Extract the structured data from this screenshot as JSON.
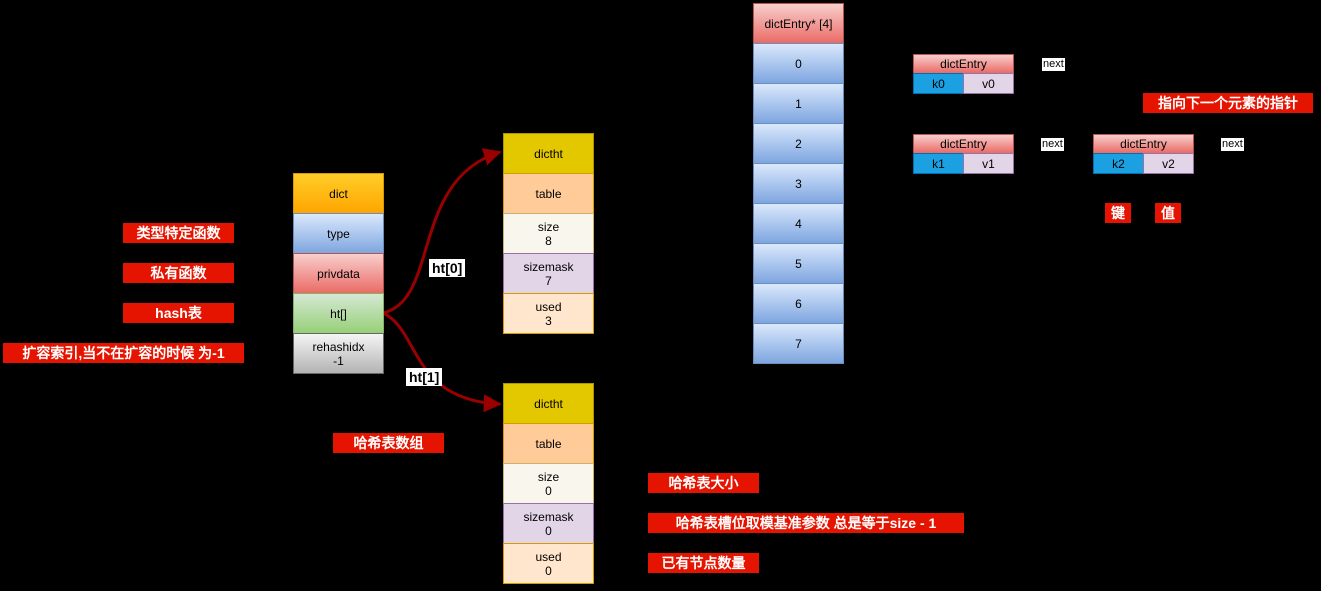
{
  "dict": {
    "cells": [
      "dict",
      "type",
      "privdata",
      "ht[]",
      "rehashidx",
      "-1"
    ]
  },
  "ht_labels": [
    "ht[0]",
    "ht[1]"
  ],
  "dictht0": {
    "title": "dictht",
    "table": "table",
    "size_label": "size",
    "size_value": "8",
    "sizemask_label": "sizemask",
    "sizemask_value": "7",
    "used_label": "used",
    "used_value": "3"
  },
  "dictht1": {
    "title": "dictht",
    "table": "table",
    "size_label": "size",
    "size_value": "0",
    "sizemask_label": "sizemask",
    "sizemask_value": "0",
    "used_label": "used",
    "used_value": "0"
  },
  "bucket_array": {
    "title": "dictEntry* [4]",
    "slots": [
      "0",
      "1",
      "2",
      "3",
      "4",
      "5",
      "6",
      "7"
    ]
  },
  "entries": [
    {
      "title": "dictEntry",
      "key": "k0",
      "value": "v0"
    },
    {
      "title": "dictEntry",
      "key": "k1",
      "value": "v1"
    },
    {
      "title": "dictEntry",
      "key": "k2",
      "value": "v2"
    }
  ],
  "next_labels": [
    "next",
    "next",
    "next"
  ],
  "annotations": {
    "type": "类型特定函数",
    "privdata": "私有函数",
    "ht": "hash表",
    "rehashidx": "扩容索引,当不在扩容的时候 为-1",
    "hash_array": "哈希表数组",
    "size": "哈希表大小",
    "sizemask": "哈希表槽位取模基准参数 总是等于size - 1",
    "used": "已有节点数量",
    "next": "指向下一个元素的指针",
    "key": "键",
    "value": "值"
  },
  "colors": {
    "annotation_bg": "#e51400",
    "arrow": "#990000",
    "background": "#000000"
  }
}
